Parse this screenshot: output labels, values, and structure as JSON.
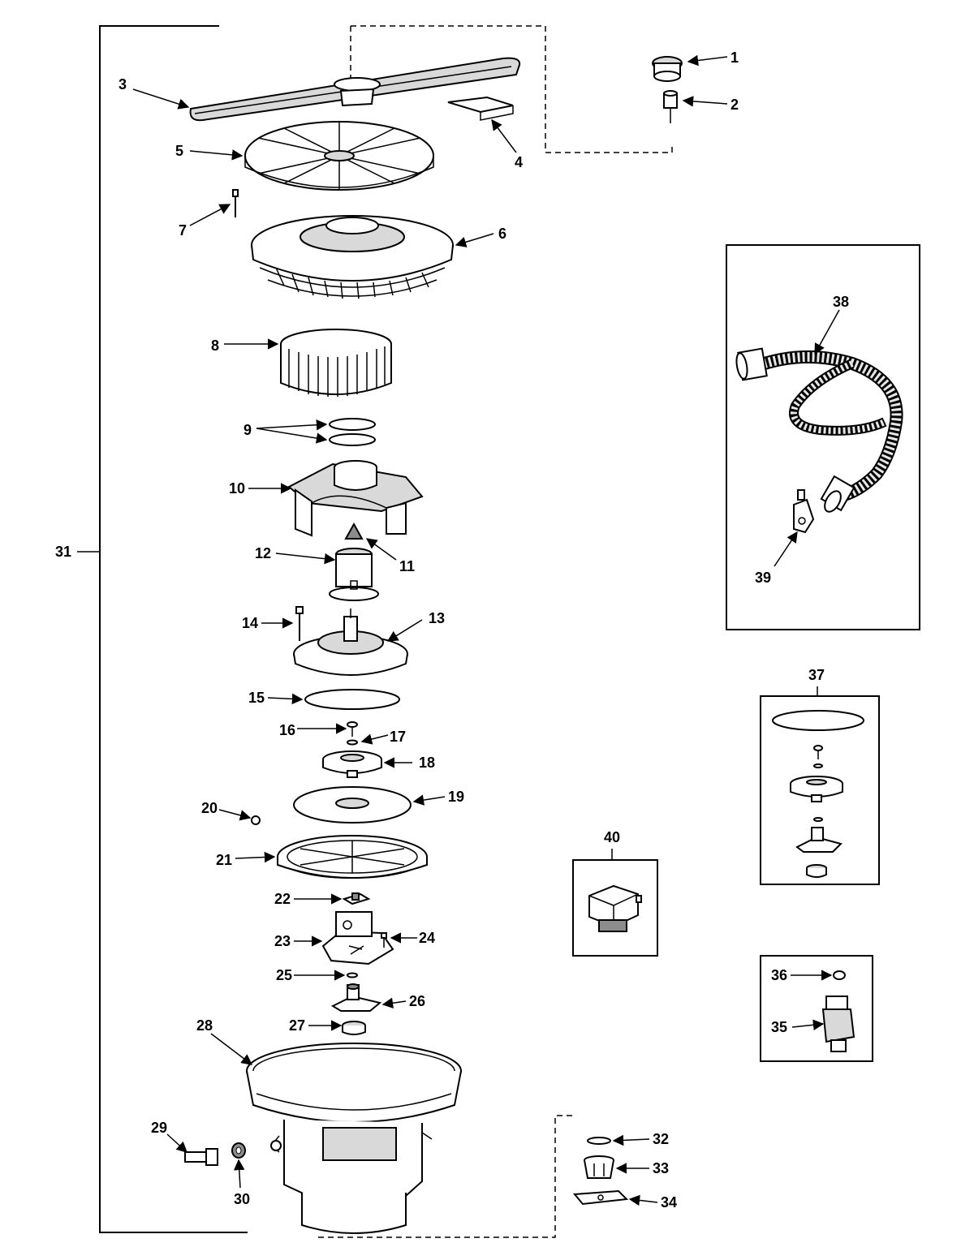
{
  "diagram": {
    "callouts": [
      {
        "id": "1",
        "label": "1"
      },
      {
        "id": "2",
        "label": "2"
      },
      {
        "id": "3",
        "label": "3"
      },
      {
        "id": "4",
        "label": "4"
      },
      {
        "id": "5",
        "label": "5"
      },
      {
        "id": "6",
        "label": "6"
      },
      {
        "id": "7",
        "label": "7"
      },
      {
        "id": "8",
        "label": "8"
      },
      {
        "id": "9",
        "label": "9"
      },
      {
        "id": "10",
        "label": "10"
      },
      {
        "id": "11",
        "label": "11"
      },
      {
        "id": "12",
        "label": "12"
      },
      {
        "id": "13",
        "label": "13"
      },
      {
        "id": "14",
        "label": "14"
      },
      {
        "id": "15",
        "label": "15"
      },
      {
        "id": "16",
        "label": "16"
      },
      {
        "id": "17",
        "label": "17"
      },
      {
        "id": "18",
        "label": "18"
      },
      {
        "id": "19",
        "label": "19"
      },
      {
        "id": "20",
        "label": "20"
      },
      {
        "id": "21",
        "label": "21"
      },
      {
        "id": "22",
        "label": "22"
      },
      {
        "id": "23",
        "label": "23"
      },
      {
        "id": "24",
        "label": "24"
      },
      {
        "id": "25",
        "label": "25"
      },
      {
        "id": "26",
        "label": "26"
      },
      {
        "id": "27",
        "label": "27"
      },
      {
        "id": "28",
        "label": "28"
      },
      {
        "id": "29",
        "label": "29"
      },
      {
        "id": "30",
        "label": "30"
      },
      {
        "id": "31",
        "label": "31"
      },
      {
        "id": "32",
        "label": "32"
      },
      {
        "id": "33",
        "label": "33"
      },
      {
        "id": "34",
        "label": "34"
      },
      {
        "id": "35",
        "label": "35"
      },
      {
        "id": "36",
        "label": "36"
      },
      {
        "id": "37",
        "label": "37"
      },
      {
        "id": "38",
        "label": "38"
      },
      {
        "id": "39",
        "label": "39"
      },
      {
        "id": "40",
        "label": "40"
      }
    ]
  }
}
